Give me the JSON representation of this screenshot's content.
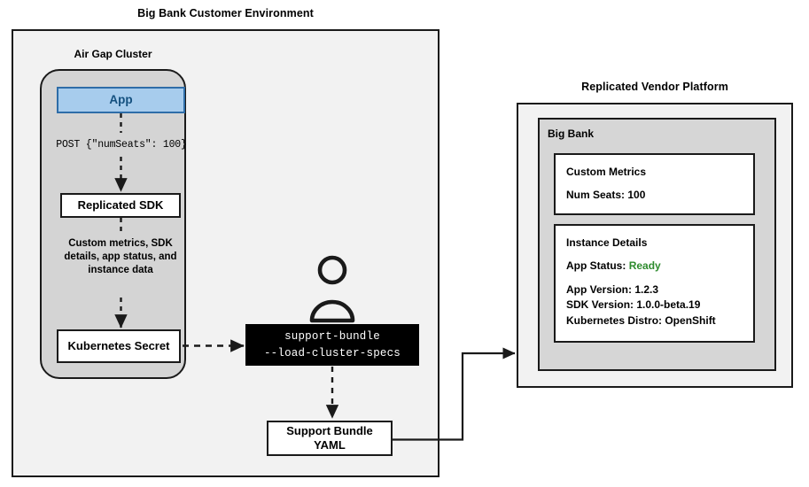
{
  "customer_env": {
    "title": "Big Bank Customer Environment",
    "cluster": {
      "label": "Air Gap Cluster",
      "nodes": {
        "app": "App",
        "sdk": "Replicated SDK",
        "secret": "Kubernetes Secret"
      },
      "edges": {
        "app_to_sdk": "POST {\"numSeats\": 100}",
        "sdk_to_secret": "Custom metrics, SDK details, app status, and instance data"
      }
    },
    "cli": {
      "line1": "support-bundle",
      "line2": "--load-cluster-specs"
    },
    "support_bundle": {
      "line1": "Support Bundle",
      "line2": "YAML"
    },
    "actor_icon": "user-icon"
  },
  "vendor_platform": {
    "title": "Replicated Vendor Platform",
    "tenant": {
      "label": "Big Bank",
      "custom_metrics": {
        "heading": "Custom Metrics",
        "rows": [
          "Num Seats: 100"
        ]
      },
      "instance_details": {
        "heading": "Instance Details",
        "status_label": "App Status:",
        "status_value": "Ready",
        "rows": [
          "App Version: 1.2.3",
          "SDK Version: 1.0.0-beta.19",
          "Kubernetes Distro: OpenShift"
        ]
      }
    }
  },
  "colors": {
    "app_fill": "#a7cced",
    "app_border": "#2e6da8",
    "app_text": "#14507f",
    "env_fill": "#f2f2f2",
    "cluster_fill": "#d4d4d4",
    "tenant_fill": "#d6d6d6",
    "terminal_fill": "#000000",
    "status_ready": "#2e8b2e",
    "stroke": "#1a1a1a"
  }
}
